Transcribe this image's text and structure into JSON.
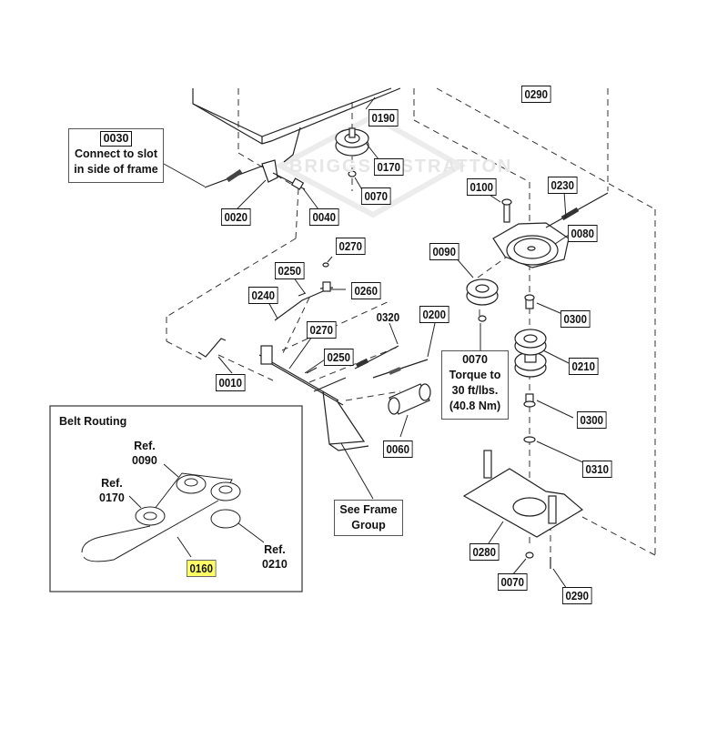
{
  "diagram": {
    "watermark": "BRIGGS & STRATTON",
    "callouts": {
      "c0290_top": "0290",
      "c0190": "0190",
      "c0170": "0170",
      "c0070_a": "0070",
      "c0020": "0020",
      "c0040": "0040",
      "c0100": "0100",
      "c0230": "0230",
      "c0080": "0080",
      "c0270_a": "0270",
      "c0250_a": "0250",
      "c0260": "0260",
      "c0240": "0240",
      "c0090": "0090",
      "c0300_a": "0300",
      "c0270_b": "0270",
      "c0320": "0320",
      "c0200": "0200",
      "c0250_b": "0250",
      "c0010": "0010",
      "c0210": "0210",
      "c0300_b": "0300",
      "c0060": "0060",
      "c0310": "0310",
      "c0280": "0280",
      "c0070_b": "0070",
      "c0290_b": "0290"
    },
    "notes": {
      "connect": {
        "number": "0030",
        "line1": "Connect to slot",
        "line2": "in side of frame"
      },
      "torque": {
        "number": "0070",
        "line1": "Torque to",
        "line2": "30 ft/lbs.",
        "line3": "(40.8 Nm)"
      },
      "frame": {
        "line1": "See Frame",
        "line2": "Group"
      }
    },
    "belt_routing": {
      "title": "Belt Routing",
      "ref_0090": {
        "line1": "Ref.",
        "line2": "0090"
      },
      "ref_0170": {
        "line1": "Ref.",
        "line2": "0170"
      },
      "ref_0210": {
        "line1": "Ref.",
        "line2": "0210"
      },
      "belt_part": "0160",
      "highlight_color": "#ffff66"
    }
  }
}
